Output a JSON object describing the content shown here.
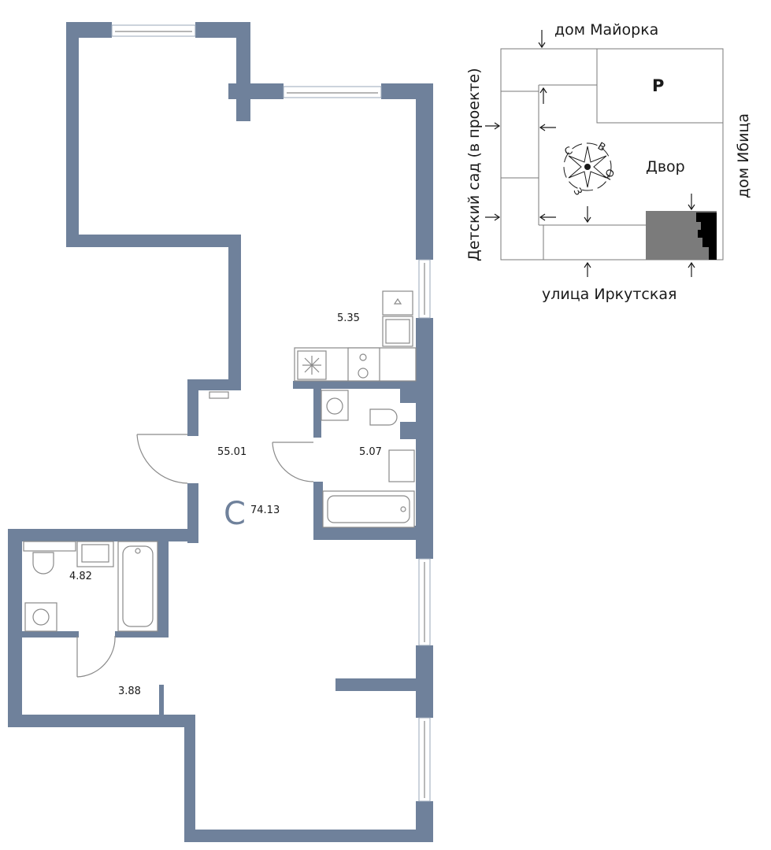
{
  "plan": {
    "total_area": "74.13",
    "type_letter": "С",
    "rooms": [
      {
        "id": "living",
        "area": "55.01"
      },
      {
        "id": "kitchen",
        "area": "5.35"
      },
      {
        "id": "bathroom-1",
        "area": "5.07"
      },
      {
        "id": "bathroom-2",
        "area": "4.82"
      },
      {
        "id": "hall",
        "area": "3.88"
      }
    ]
  },
  "site": {
    "north_label": "дом Майорка",
    "west_label": "Детский сад (в проекте)",
    "east_label": "дом Ибица",
    "south_label": "улица Иркутская",
    "parking_label": "Р",
    "yard_label": "Двор",
    "compass": {
      "n": "С",
      "e": "В",
      "s": "Ю",
      "w": "З"
    }
  },
  "colors": {
    "wall": "#6f819b",
    "building": "#7b7b7b",
    "unit": "#000000"
  }
}
